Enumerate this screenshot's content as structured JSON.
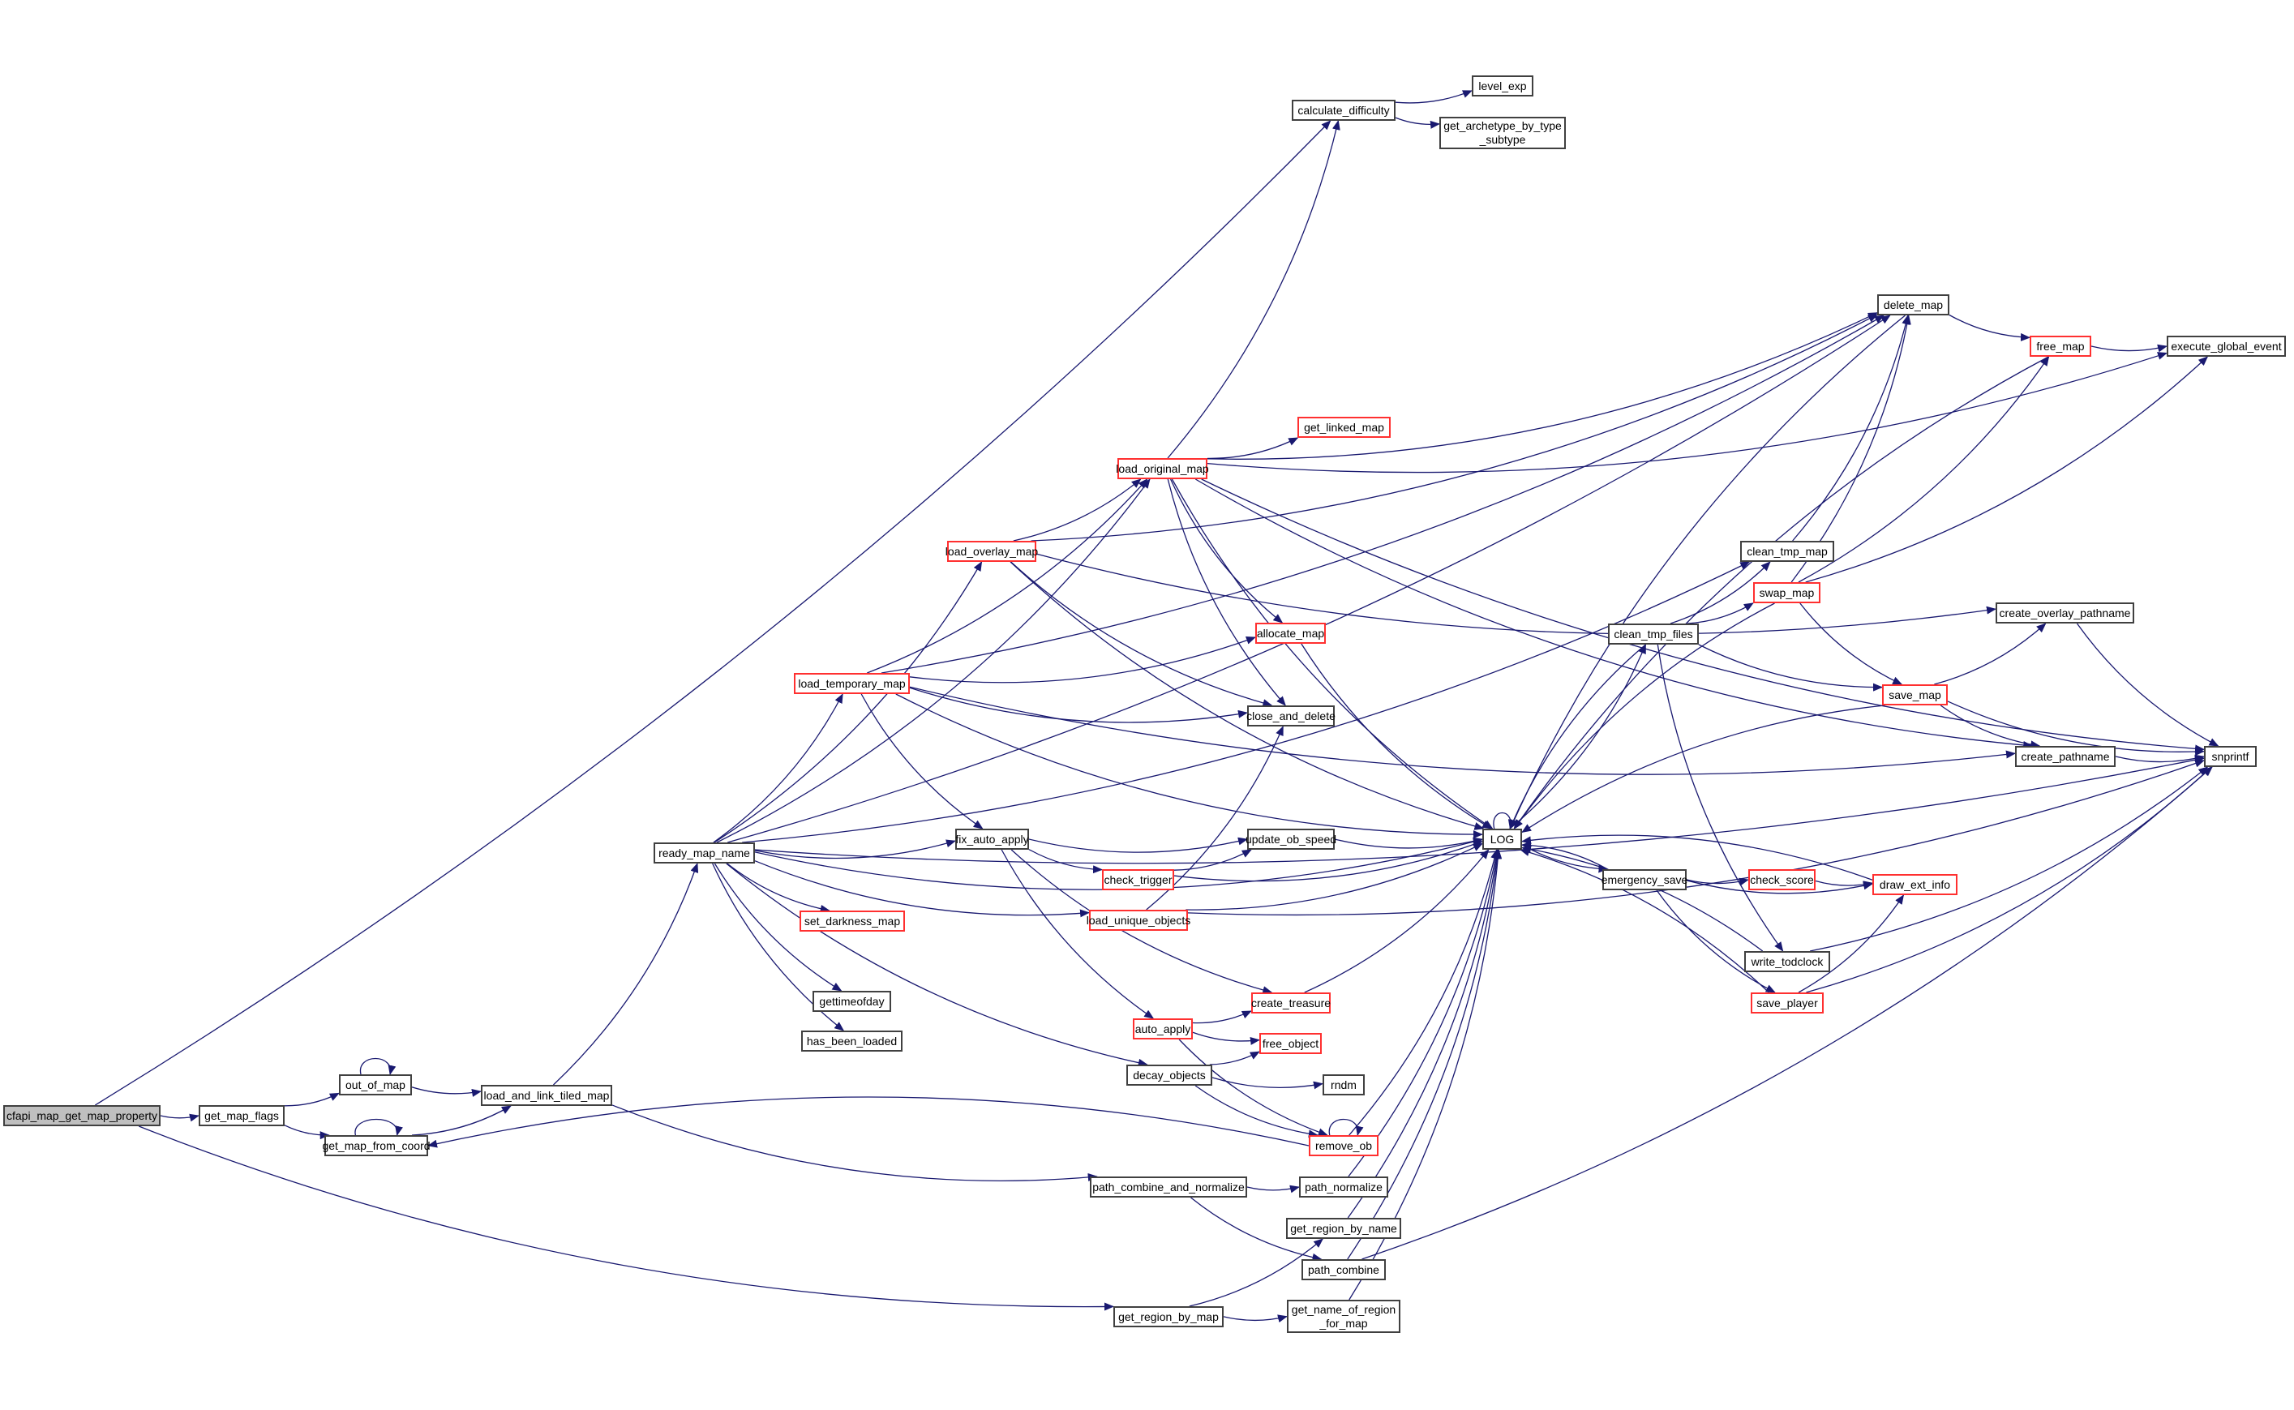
{
  "title": "cfapi_map_get_map_property call graph",
  "colors": {
    "edge": "#191970",
    "node_border": "#404040",
    "truncated_border": "#ff3030",
    "root_fill": "#bfbfbf"
  },
  "nodes": {
    "cfapi_map_get_map_property": {
      "label": "cfapi_map_get_map_property",
      "style": "root"
    },
    "get_map_flags": {
      "label": "get_map_flags",
      "style": "normal"
    },
    "out_of_map": {
      "label": "out_of_map",
      "style": "normal"
    },
    "get_map_from_coord": {
      "label": "get_map_from_coord",
      "style": "normal"
    },
    "load_and_link_tiled_map": {
      "label": "load_and_link_tiled_map",
      "style": "normal"
    },
    "ready_map_name": {
      "label": "ready_map_name",
      "style": "normal"
    },
    "load_temporary_map": {
      "label": "load_temporary_map",
      "style": "truncated"
    },
    "load_overlay_map": {
      "label": "load_overlay_map",
      "style": "truncated"
    },
    "load_original_map": {
      "label": "load_original_map",
      "style": "truncated"
    },
    "calculate_difficulty": {
      "label": "calculate_difficulty",
      "style": "normal"
    },
    "level_exp": {
      "label": "level_exp",
      "style": "normal"
    },
    "get_archetype_by_type_subtype": {
      "label": "get_archetype_by_type\n_subtype",
      "style": "normal"
    },
    "get_linked_map": {
      "label": "get_linked_map",
      "style": "truncated"
    },
    "allocate_map": {
      "label": "allocate_map",
      "style": "truncated"
    },
    "close_and_delete": {
      "label": "close_and_delete",
      "style": "normal"
    },
    "fix_auto_apply": {
      "label": "fix_auto_apply",
      "style": "normal"
    },
    "update_ob_speed": {
      "label": "update_ob_speed",
      "style": "normal"
    },
    "check_trigger": {
      "label": "check_trigger",
      "style": "truncated"
    },
    "set_darkness_map": {
      "label": "set_darkness_map",
      "style": "truncated"
    },
    "load_unique_objects": {
      "label": "load_unique_objects",
      "style": "truncated"
    },
    "gettimeofday": {
      "label": "gettimeofday",
      "style": "normal"
    },
    "has_been_loaded": {
      "label": "has_been_loaded",
      "style": "normal"
    },
    "create_treasure": {
      "label": "create_treasure",
      "style": "truncated"
    },
    "auto_apply": {
      "label": "auto_apply",
      "style": "truncated"
    },
    "free_object": {
      "label": "free_object",
      "style": "truncated"
    },
    "decay_objects": {
      "label": "decay_objects",
      "style": "normal"
    },
    "rndm": {
      "label": "rndm",
      "style": "normal"
    },
    "remove_ob": {
      "label": "remove_ob",
      "style": "truncated"
    },
    "path_combine_and_normalize": {
      "label": "path_combine_and_normalize",
      "style": "normal"
    },
    "path_normalize": {
      "label": "path_normalize",
      "style": "normal"
    },
    "get_region_by_name": {
      "label": "get_region_by_name",
      "style": "normal"
    },
    "path_combine": {
      "label": "path_combine",
      "style": "normal"
    },
    "get_region_by_map": {
      "label": "get_region_by_map",
      "style": "normal"
    },
    "get_name_of_region_for_map": {
      "label": "get_name_of_region\n_for_map",
      "style": "normal"
    },
    "LOG": {
      "label": "LOG",
      "style": "normal"
    },
    "emergency_save": {
      "label": "emergency_save",
      "style": "normal"
    },
    "check_score": {
      "label": "check_score",
      "style": "truncated"
    },
    "draw_ext_info": {
      "label": "draw_ext_info",
      "style": "truncated"
    },
    "write_todclock": {
      "label": "write_todclock",
      "style": "normal"
    },
    "save_player": {
      "label": "save_player",
      "style": "truncated"
    },
    "clean_tmp_map": {
      "label": "clean_tmp_map",
      "style": "normal"
    },
    "swap_map": {
      "label": "swap_map",
      "style": "truncated"
    },
    "clean_tmp_files": {
      "label": "clean_tmp_files",
      "style": "normal"
    },
    "save_map": {
      "label": "save_map",
      "style": "truncated"
    },
    "create_overlay_pathname": {
      "label": "create_overlay_pathname",
      "style": "normal"
    },
    "create_pathname": {
      "label": "create_pathname",
      "style": "normal"
    },
    "delete_map": {
      "label": "delete_map",
      "style": "normal"
    },
    "free_map": {
      "label": "free_map",
      "style": "truncated"
    },
    "execute_global_event": {
      "label": "execute_global_event",
      "style": "normal"
    },
    "snprintf": {
      "label": "snprintf",
      "style": "normal"
    }
  },
  "edges": [
    [
      "cfapi_map_get_map_property",
      "get_map_flags"
    ],
    [
      "cfapi_map_get_map_property",
      "calculate_difficulty"
    ],
    [
      "cfapi_map_get_map_property",
      "get_region_by_map"
    ],
    [
      "get_map_flags",
      "out_of_map"
    ],
    [
      "get_map_flags",
      "get_map_from_coord"
    ],
    [
      "out_of_map",
      "out_of_map"
    ],
    [
      "out_of_map",
      "load_and_link_tiled_map"
    ],
    [
      "get_map_from_coord",
      "get_map_from_coord"
    ],
    [
      "get_map_from_coord",
      "load_and_link_tiled_map"
    ],
    [
      "load_and_link_tiled_map",
      "ready_map_name"
    ],
    [
      "load_and_link_tiled_map",
      "path_combine_and_normalize"
    ],
    [
      "ready_map_name",
      "load_temporary_map"
    ],
    [
      "ready_map_name",
      "load_overlay_map"
    ],
    [
      "ready_map_name",
      "load_original_map"
    ],
    [
      "ready_map_name",
      "delete_map"
    ],
    [
      "ready_map_name",
      "clean_tmp_map"
    ],
    [
      "ready_map_name",
      "fix_auto_apply"
    ],
    [
      "ready_map_name",
      "LOG"
    ],
    [
      "ready_map_name",
      "load_unique_objects"
    ],
    [
      "ready_map_name",
      "set_darkness_map"
    ],
    [
      "ready_map_name",
      "gettimeofday"
    ],
    [
      "ready_map_name",
      "has_been_loaded"
    ],
    [
      "ready_map_name",
      "decay_objects"
    ],
    [
      "ready_map_name",
      "snprintf"
    ],
    [
      "load_temporary_map",
      "load_original_map"
    ],
    [
      "load_temporary_map",
      "delete_map"
    ],
    [
      "load_temporary_map",
      "allocate_map"
    ],
    [
      "load_temporary_map",
      "close_and_delete"
    ],
    [
      "load_temporary_map",
      "LOG"
    ],
    [
      "load_temporary_map",
      "fix_auto_apply"
    ],
    [
      "load_temporary_map",
      "create_pathname"
    ],
    [
      "load_overlay_map",
      "load_original_map"
    ],
    [
      "load_overlay_map",
      "delete_map"
    ],
    [
      "load_overlay_map",
      "create_overlay_pathname"
    ],
    [
      "load_overlay_map",
      "close_and_delete"
    ],
    [
      "load_overlay_map",
      "LOG"
    ],
    [
      "load_original_map",
      "calculate_difficulty"
    ],
    [
      "load_original_map",
      "execute_global_event"
    ],
    [
      "load_original_map",
      "delete_map"
    ],
    [
      "load_original_map",
      "get_linked_map"
    ],
    [
      "load_original_map",
      "snprintf"
    ],
    [
      "load_original_map",
      "allocate_map"
    ],
    [
      "load_original_map",
      "close_and_delete"
    ],
    [
      "load_original_map",
      "LOG"
    ],
    [
      "load_original_map",
      "create_pathname"
    ],
    [
      "calculate_difficulty",
      "level_exp"
    ],
    [
      "calculate_difficulty",
      "get_archetype_by_type_subtype"
    ],
    [
      "allocate_map",
      "LOG"
    ],
    [
      "fix_auto_apply",
      "update_ob_speed"
    ],
    [
      "fix_auto_apply",
      "check_trigger"
    ],
    [
      "fix_auto_apply",
      "create_treasure"
    ],
    [
      "fix_auto_apply",
      "auto_apply"
    ],
    [
      "check_trigger",
      "update_ob_speed"
    ],
    [
      "check_trigger",
      "LOG"
    ],
    [
      "load_unique_objects",
      "close_and_delete"
    ],
    [
      "load_unique_objects",
      "LOG"
    ],
    [
      "load_unique_objects",
      "snprintf"
    ],
    [
      "update_ob_speed",
      "LOG"
    ],
    [
      "create_treasure",
      "LOG"
    ],
    [
      "auto_apply",
      "create_treasure"
    ],
    [
      "auto_apply",
      "free_object"
    ],
    [
      "auto_apply",
      "remove_ob"
    ],
    [
      "decay_objects",
      "free_object"
    ],
    [
      "decay_objects",
      "rndm"
    ],
    [
      "decay_objects",
      "remove_ob"
    ],
    [
      "remove_ob",
      "remove_ob"
    ],
    [
      "remove_ob",
      "get_map_from_coord"
    ],
    [
      "remove_ob",
      "LOG"
    ],
    [
      "path_combine_and_normalize",
      "path_normalize"
    ],
    [
      "path_combine_and_normalize",
      "path_combine"
    ],
    [
      "path_normalize",
      "LOG"
    ],
    [
      "path_combine",
      "LOG"
    ],
    [
      "path_combine",
      "snprintf"
    ],
    [
      "get_region_by_name",
      "LOG"
    ],
    [
      "get_region_by_map",
      "get_region_by_name"
    ],
    [
      "get_region_by_map",
      "get_name_of_region_for_map"
    ],
    [
      "get_name_of_region_for_map",
      "LOG"
    ],
    [
      "LOG",
      "LOG"
    ],
    [
      "LOG",
      "emergency_save"
    ],
    [
      "LOG",
      "clean_tmp_files"
    ],
    [
      "emergency_save",
      "LOG"
    ],
    [
      "emergency_save",
      "check_score"
    ],
    [
      "emergency_save",
      "draw_ext_info"
    ],
    [
      "emergency_save",
      "save_player"
    ],
    [
      "check_score",
      "draw_ext_info"
    ],
    [
      "draw_ext_info",
      "LOG"
    ],
    [
      "write_todclock",
      "LOG"
    ],
    [
      "write_todclock",
      "snprintf"
    ],
    [
      "save_player",
      "LOG"
    ],
    [
      "save_player",
      "draw_ext_info"
    ],
    [
      "save_player",
      "snprintf"
    ],
    [
      "clean_tmp_files",
      "clean_tmp_map"
    ],
    [
      "clean_tmp_files",
      "swap_map"
    ],
    [
      "clean_tmp_files",
      "save_map"
    ],
    [
      "clean_tmp_files",
      "write_todclock"
    ],
    [
      "clean_tmp_files",
      "LOG"
    ],
    [
      "swap_map",
      "LOG"
    ],
    [
      "swap_map",
      "delete_map"
    ],
    [
      "swap_map",
      "free_map"
    ],
    [
      "swap_map",
      "execute_global_event"
    ],
    [
      "swap_map",
      "save_map"
    ],
    [
      "save_map",
      "LOG"
    ],
    [
      "save_map",
      "create_overlay_pathname"
    ],
    [
      "save_map",
      "create_pathname"
    ],
    [
      "save_map",
      "snprintf"
    ],
    [
      "create_overlay_pathname",
      "snprintf"
    ],
    [
      "create_pathname",
      "snprintf"
    ],
    [
      "delete_map",
      "LOG"
    ],
    [
      "delete_map",
      "free_map"
    ],
    [
      "free_map",
      "execute_global_event"
    ],
    [
      "free_map",
      "LOG"
    ],
    [
      "clean_tmp_map",
      "delete_map"
    ]
  ]
}
